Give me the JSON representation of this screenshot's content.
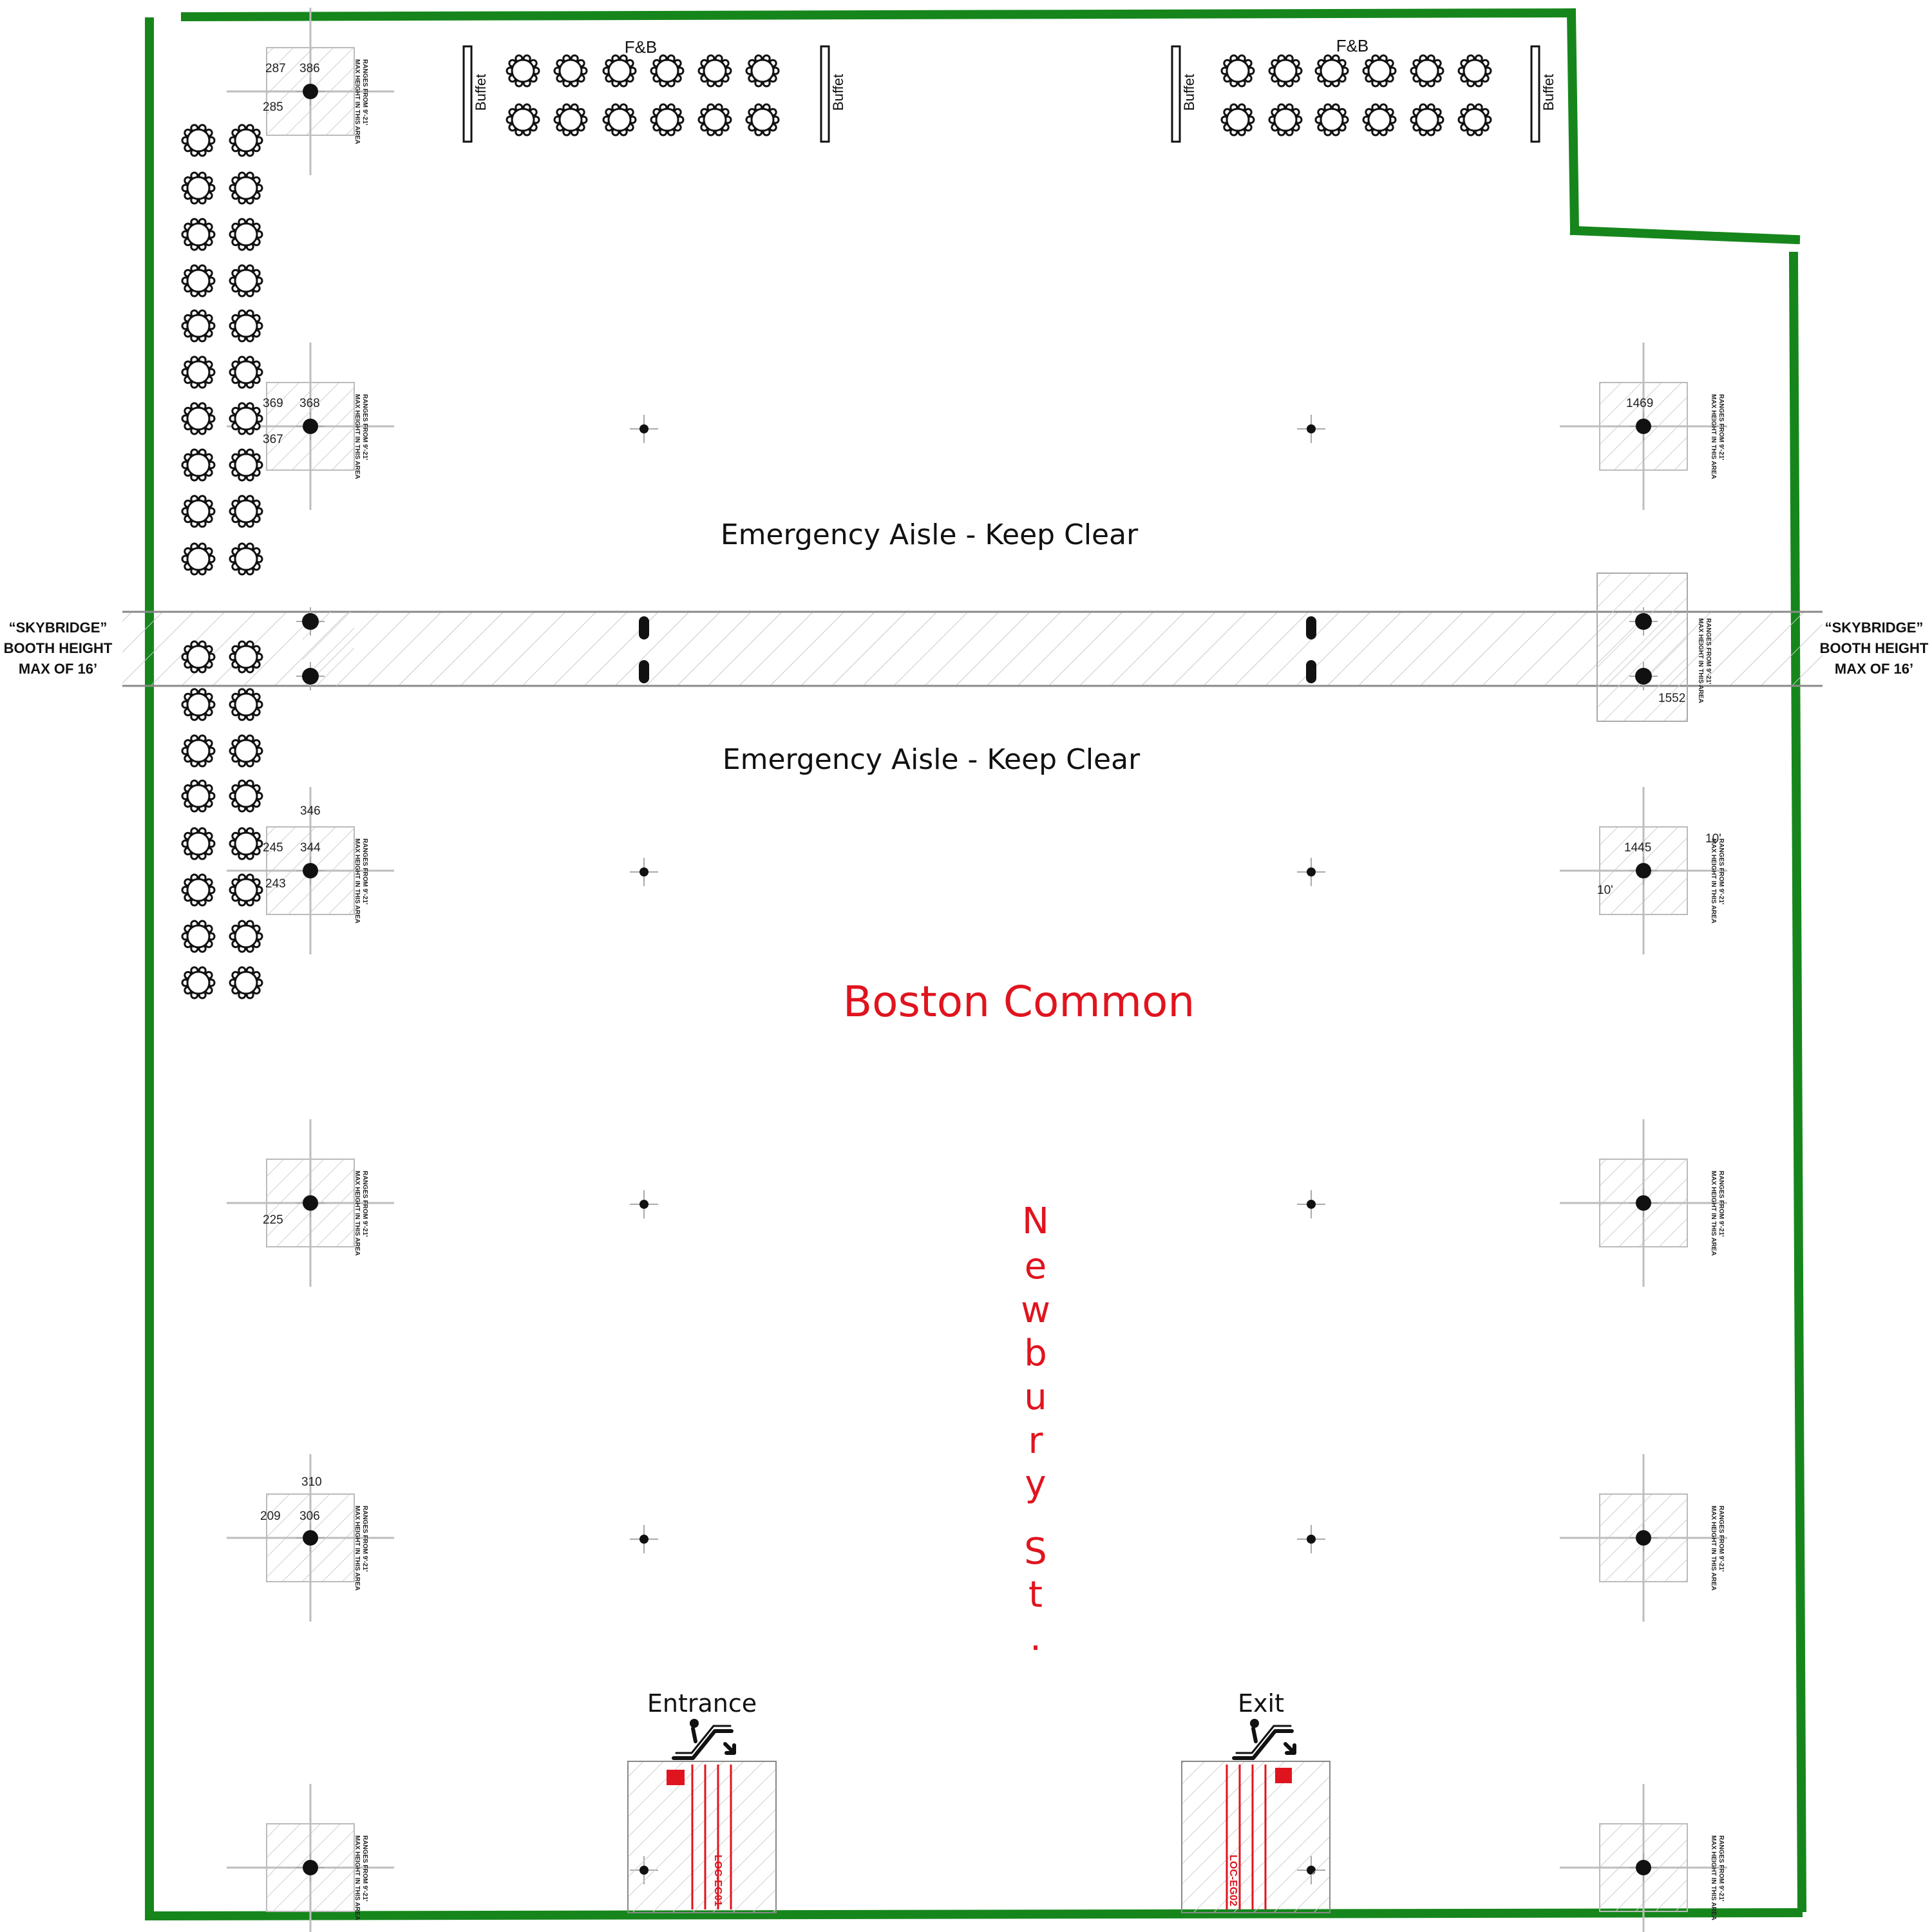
{
  "aisles": {
    "upper": "Emergency Aisle - Keep Clear",
    "lower": "Emergency Aisle - Keep Clear"
  },
  "skybridge": {
    "left": [
      "“SKYBRIDGE”",
      "BOOTH HEIGHT",
      "MAX OF 16’"
    ],
    "right": [
      "“SKYBRIDGE”",
      "BOOTH HEIGHT",
      "MAX OF 16’"
    ]
  },
  "fnb": {
    "left_label": "F&B",
    "right_label": "F&B",
    "buffet_label": "Buffet"
  },
  "area_name": "Boston Common",
  "street_letters": [
    "N",
    "e",
    "w",
    "b",
    "u",
    "r",
    "y",
    "S",
    "t",
    "."
  ],
  "entrance_label": "Entrance",
  "exit_label": "Exit",
  "escalator_codes": {
    "left": "LOC-EG01",
    "right": "LOC-EG02"
  },
  "max_height_note": [
    "MAX HEIGHT IN THIS AREA",
    "RANGES FROM 9'-21'"
  ],
  "booth_numbers": {
    "b287": "287",
    "b386": "386",
    "b285": "285",
    "b369": "369",
    "b368": "368",
    "b367": "367",
    "b1469": "1469",
    "b1552": "1552",
    "b346": "346",
    "b345": "245",
    "b344": "344",
    "b243": "243",
    "b1445": "1445",
    "b10a": "10'",
    "b10b": "10'",
    "b225": "225",
    "b310": "310",
    "b209": "209",
    "b306": "306"
  },
  "colors": {
    "boundary": "#16861c",
    "accent_text": "#e0141e",
    "table": "#111111"
  },
  "icons": {
    "table": "round-table-icon",
    "escalator": "escalator-icon",
    "column": "structural-column-icon"
  }
}
